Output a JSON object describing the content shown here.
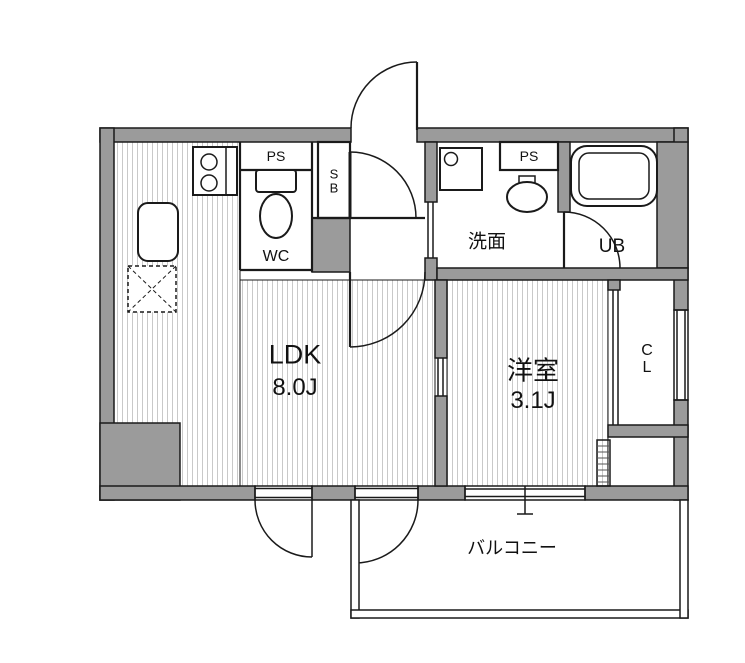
{
  "plan": {
    "rooms": {
      "ldk": {
        "name": "LDK",
        "size": "8.0J"
      },
      "western_room": {
        "name": "洋室",
        "size": "3.1J"
      },
      "wc": "WC",
      "washroom": "洗面",
      "unit_bath": "UB",
      "pipe_space_left": "PS",
      "pipe_space_right": "PS",
      "shoe_box": "SB",
      "closet": "CL",
      "balcony": "バルコニー"
    },
    "colors": {
      "wall": "#9b9b9b",
      "line": "#1a1a1a",
      "hatch": "#c9c9c9",
      "background": "#ffffff"
    }
  }
}
